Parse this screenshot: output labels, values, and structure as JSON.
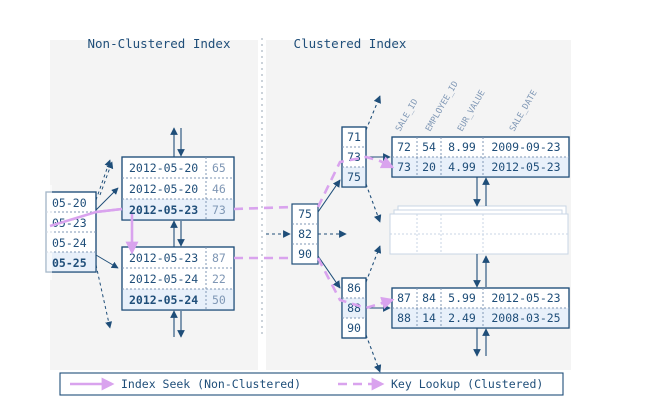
{
  "titles": {
    "non_clustered": "Non-Clustered Index",
    "clustered": "Clustered Index"
  },
  "colors": {
    "border": "#1f4e79",
    "text": "#1f4e79",
    "muted": "#7f97b5",
    "fill": "#e8f0fa",
    "seek": "#d9a3ee",
    "panel": "#f2f2f2"
  },
  "nc_root": {
    "entries": [
      "05-20",
      "05-23",
      "05-24",
      "05-25"
    ]
  },
  "nc_leaf_top": {
    "rows": [
      {
        "key": "2012-05-20",
        "ref": "65",
        "bold": false
      },
      {
        "key": "2012-05-20",
        "ref": "46",
        "bold": false
      },
      {
        "key": "2012-05-23",
        "ref": "73",
        "bold": true
      }
    ]
  },
  "nc_leaf_bottom": {
    "rows": [
      {
        "key": "2012-05-23",
        "ref": "87",
        "bold": false
      },
      {
        "key": "2012-05-24",
        "ref": "22",
        "bold": false
      },
      {
        "key": "2012-05-24",
        "ref": "50",
        "bold": true
      }
    ]
  },
  "c_root": {
    "entries": [
      "75",
      "82",
      "90"
    ]
  },
  "c_branch_top": {
    "entries": [
      "71",
      "73",
      "75"
    ]
  },
  "c_branch_bottom": {
    "entries": [
      "86",
      "88",
      "90"
    ]
  },
  "column_headers": [
    "SALE_ID",
    "EMPLOYEE_ID",
    "EUR_VALUE",
    "SALE_DATE"
  ],
  "c_leaf_top": {
    "rows": [
      [
        "72",
        "54",
        "8.99",
        "2009-09-23"
      ],
      [
        "73",
        "20",
        "4.99",
        "2012-05-23"
      ]
    ]
  },
  "c_leaf_bottom": {
    "rows": [
      [
        "87",
        "84",
        "5.99",
        "2012-05-23"
      ],
      [
        "88",
        "14",
        "2.49",
        "2008-03-25"
      ]
    ]
  },
  "legend": {
    "seek": "Index Seek (Non-Clustered)",
    "lookup": "Key Lookup (Clustered)"
  }
}
